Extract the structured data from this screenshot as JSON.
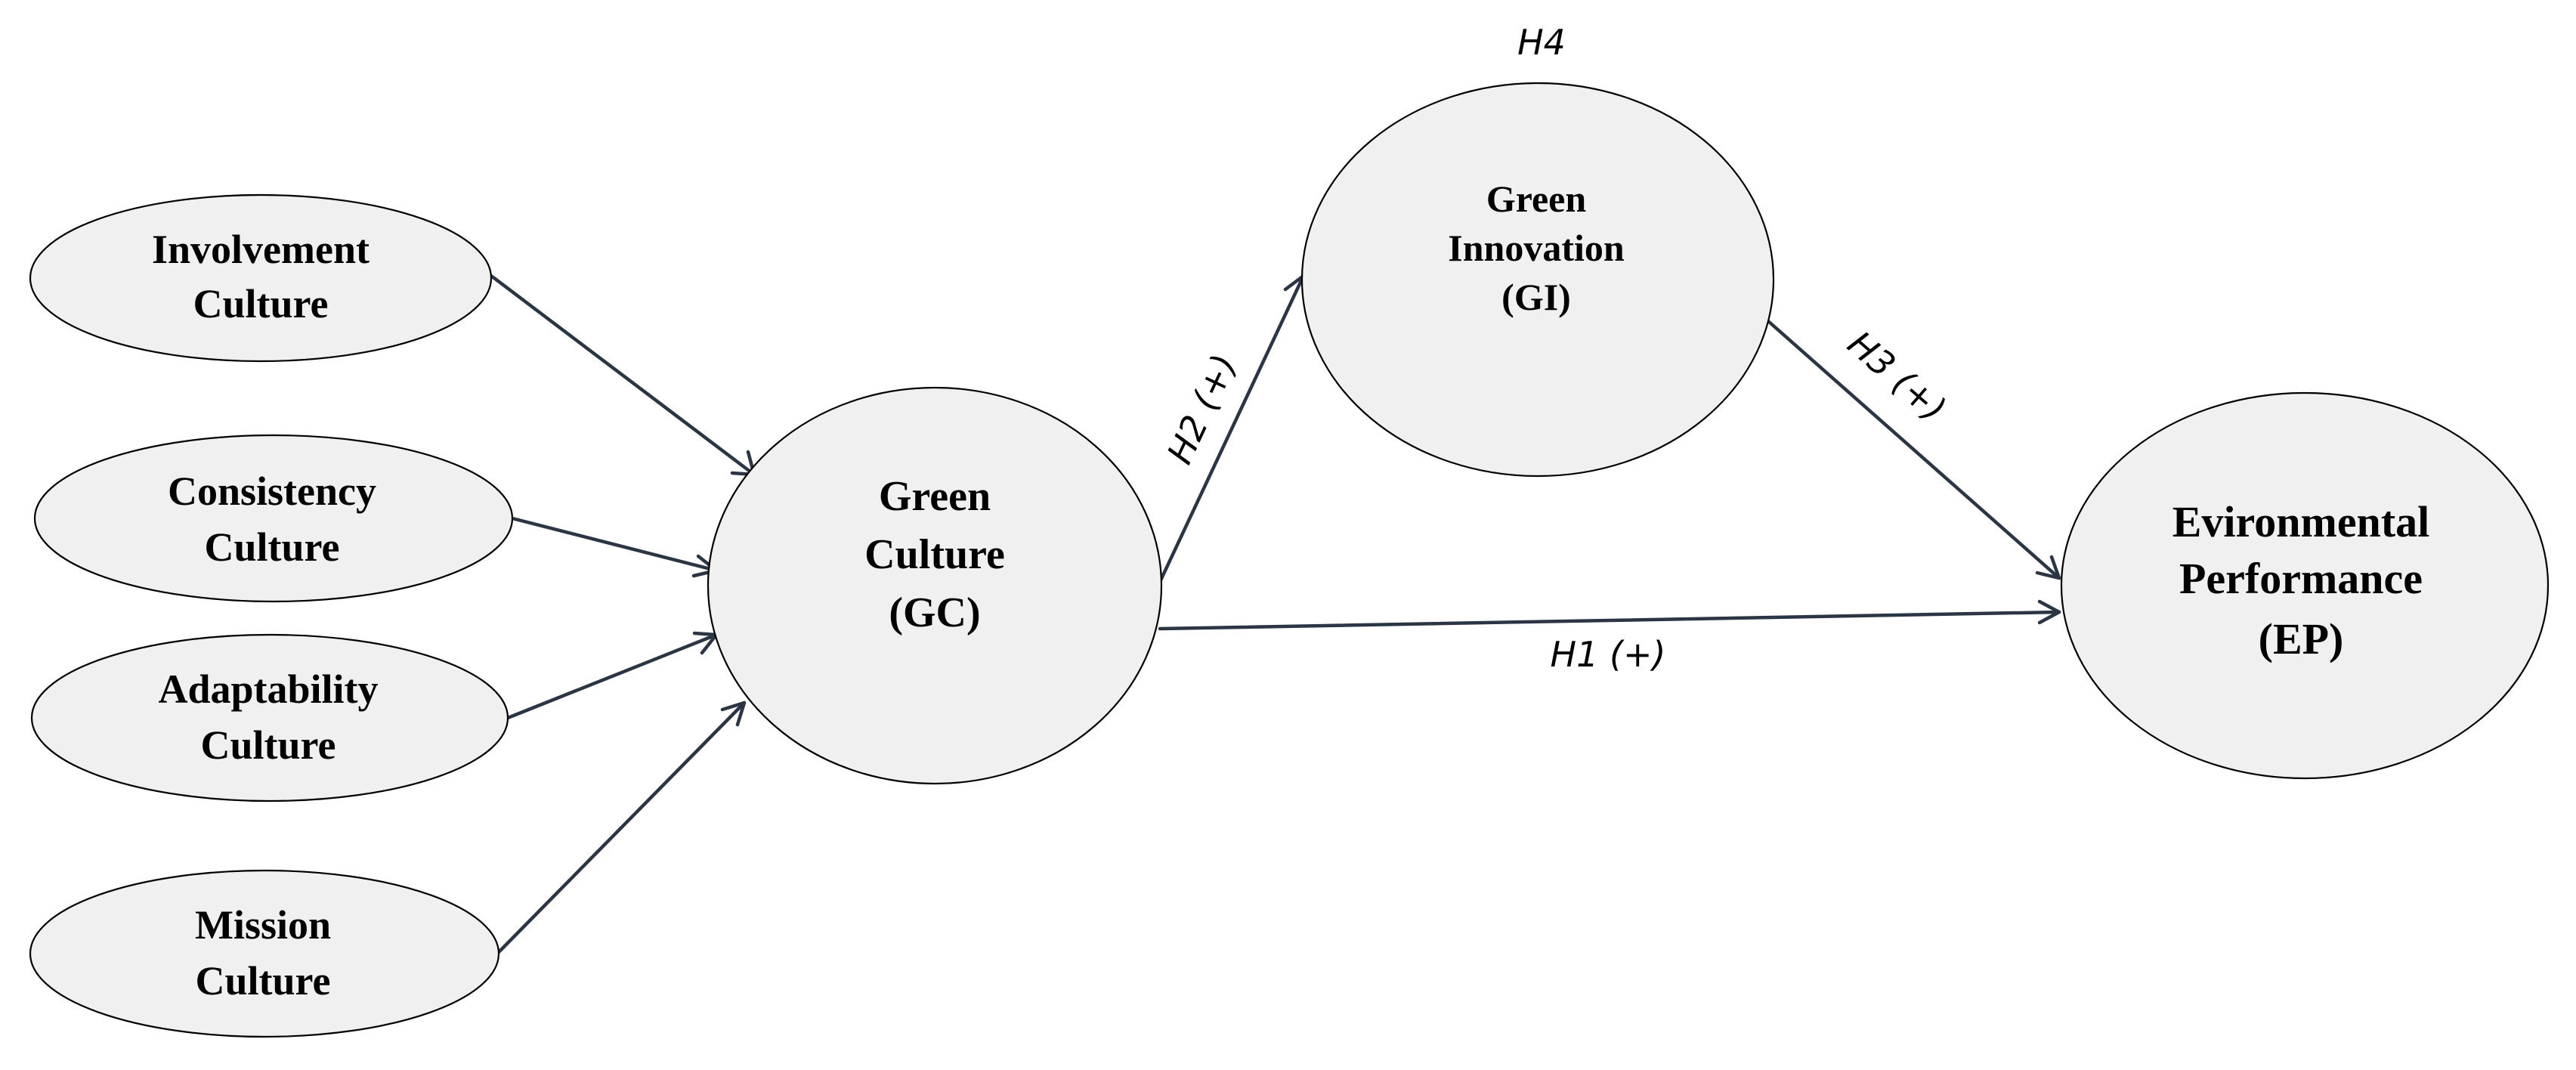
{
  "nodes": {
    "involvement": {
      "line1": "Involvement",
      "line2": "Culture"
    },
    "consistency": {
      "line1": "Consistency",
      "line2": "Culture"
    },
    "adaptability": {
      "line1": "Adaptability",
      "line2": "Culture"
    },
    "mission": {
      "line1": "Mission",
      "line2": "Culture"
    },
    "green_culture": {
      "line1": "Green",
      "line2": "Culture",
      "line3": "(GC)"
    },
    "green_innovation": {
      "line1": "Green",
      "line2": "Innovation",
      "line3": "(GI)"
    },
    "environmental_performance": {
      "line1": "Evironmental",
      "line2": "Performance",
      "line3": "(EP)"
    }
  },
  "hypotheses": {
    "h1": "H1 (+)",
    "h2": "H2 (+)",
    "h3": "H3 (+)",
    "h4": "H4"
  },
  "colors": {
    "node_fill": "#f0f0f0",
    "node_stroke": "#000000",
    "arrow": "#2b3544"
  }
}
